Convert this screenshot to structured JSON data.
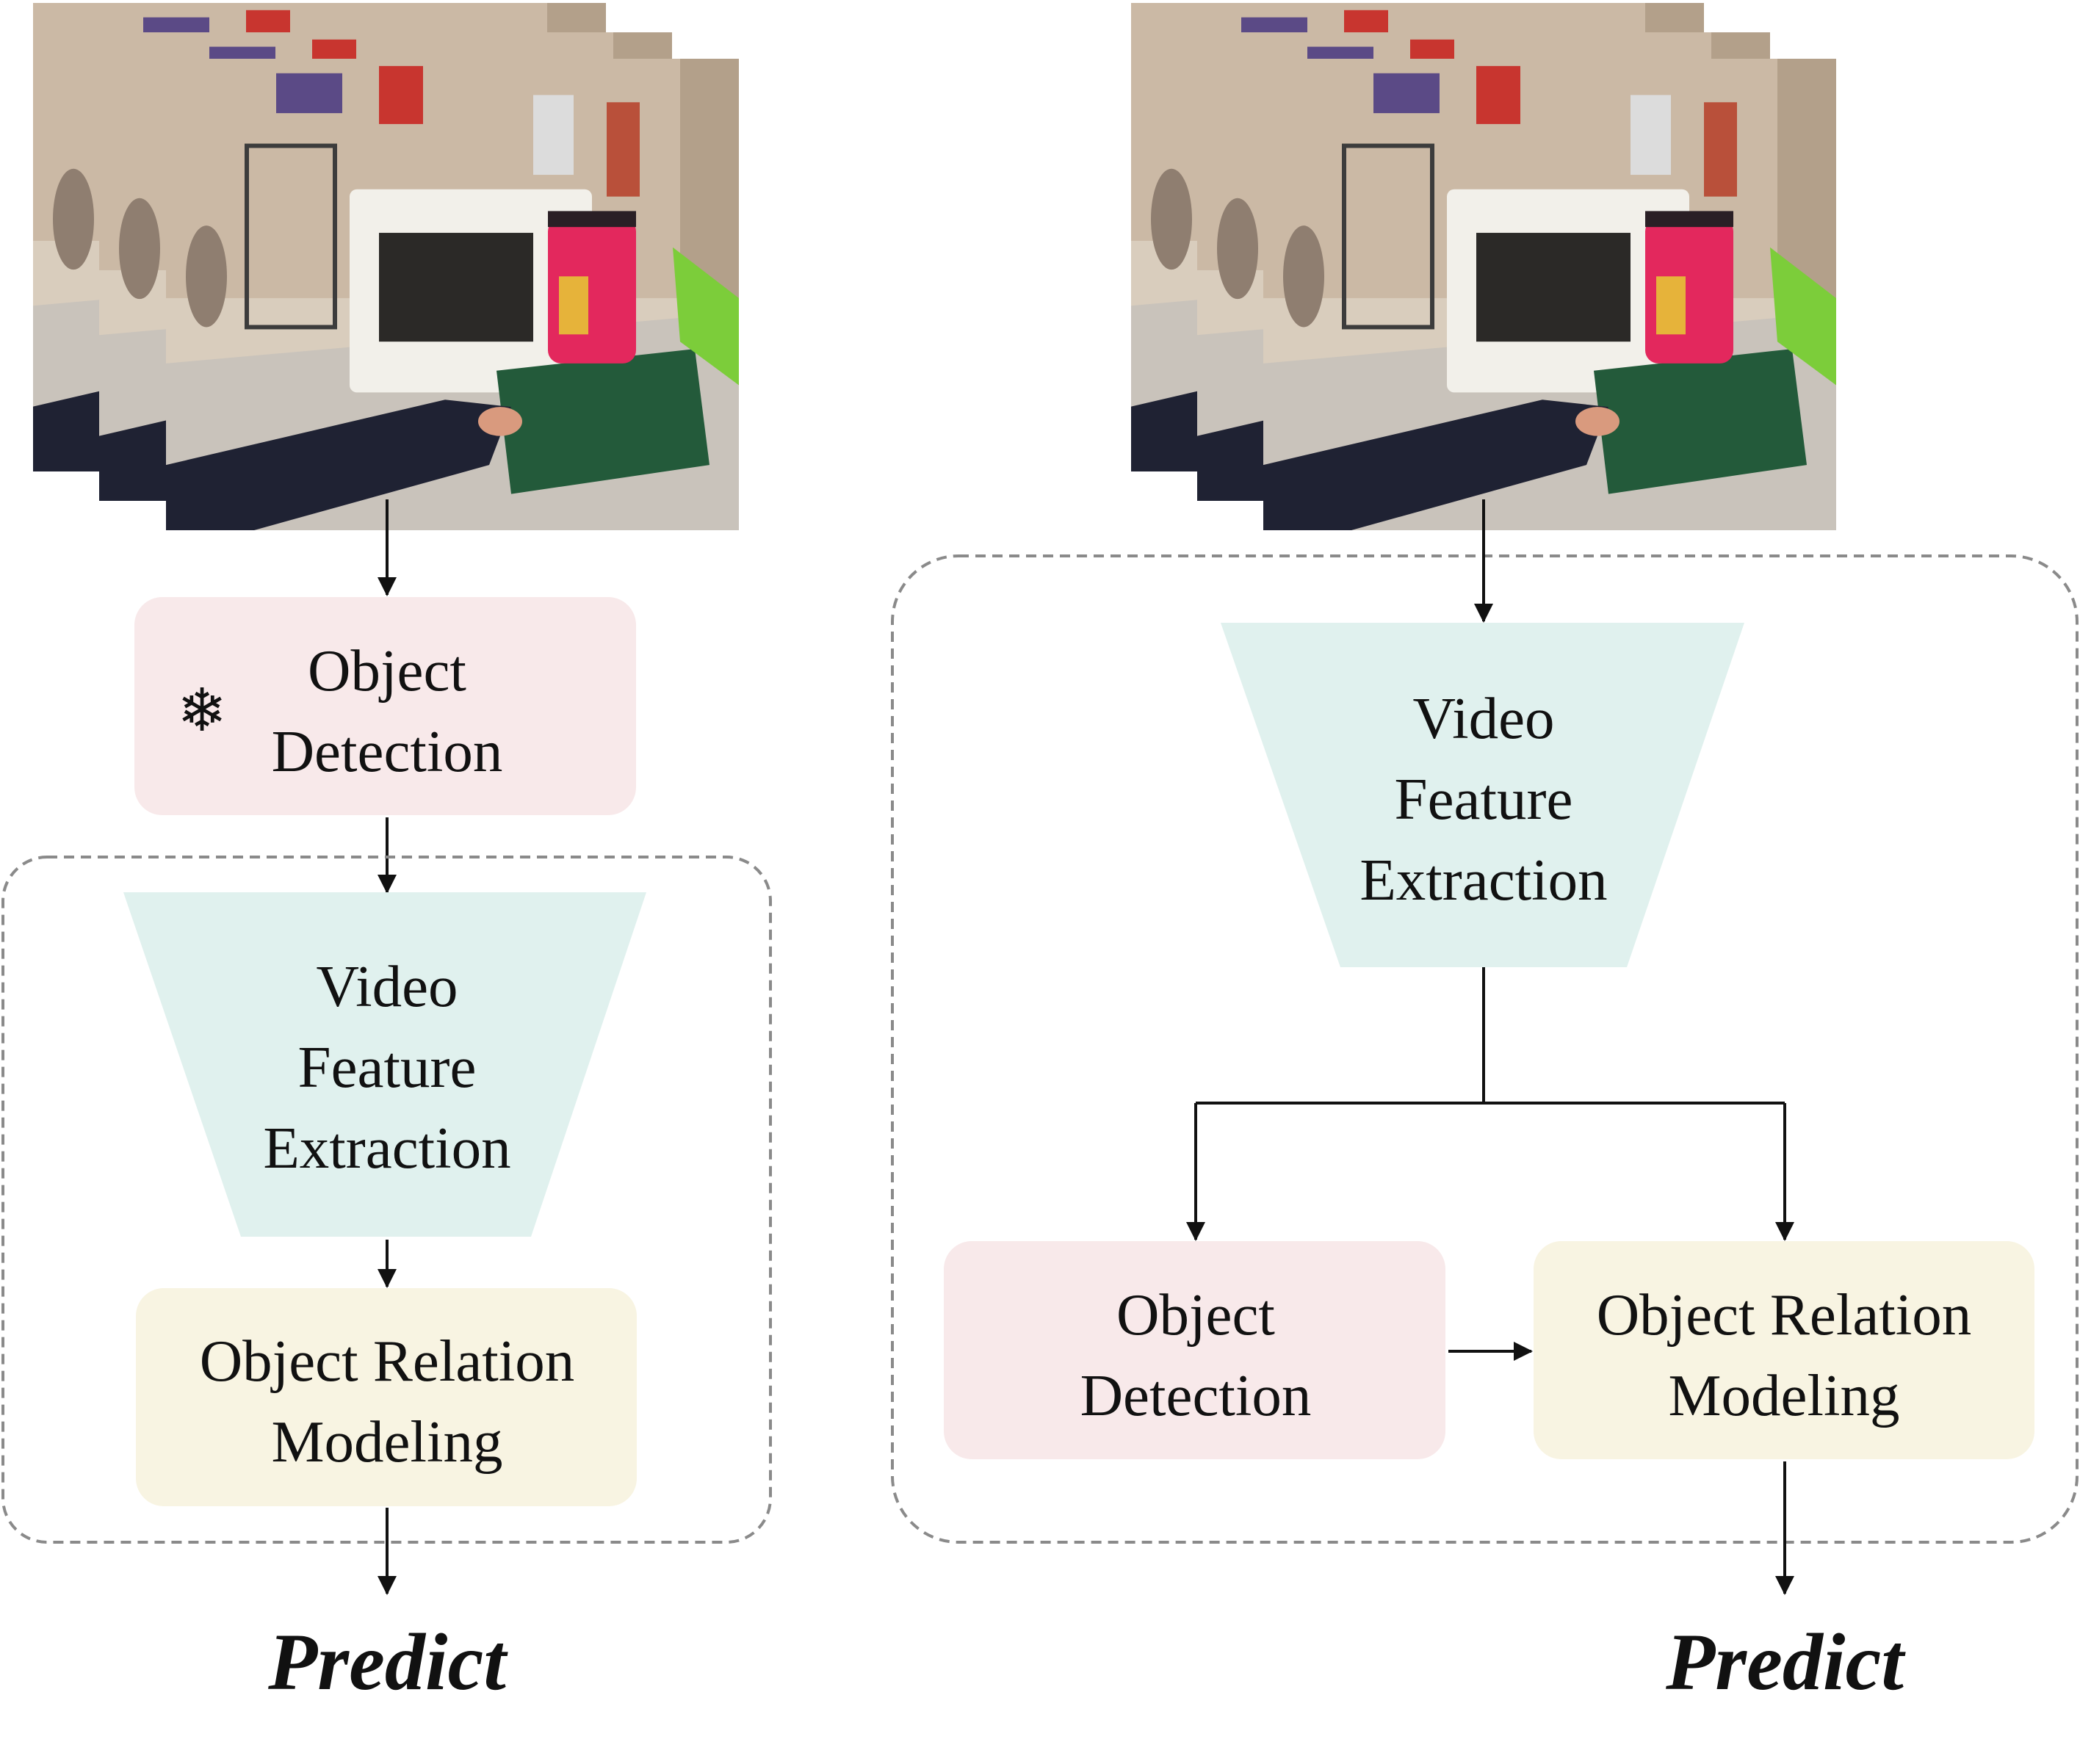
{
  "colors": {
    "detection_fill": "#f8e9ea",
    "feature_fill": "#e0f1ee",
    "relation_fill": "#f8f4e2",
    "arrow": "#111111",
    "dashed_border": "#8a8a8a"
  },
  "left_pipeline": {
    "input": "video-frame-stack",
    "detection_icon": "snowflake-icon",
    "detection_lines": [
      "Object",
      "Detection"
    ],
    "feature_lines": [
      "Video",
      "Feature",
      "Extraction"
    ],
    "relation_lines": [
      "Object Relation",
      "Modeling"
    ],
    "output": "Predict"
  },
  "right_pipeline": {
    "input": "video-frame-stack",
    "feature_lines": [
      "Video",
      "Feature",
      "Extraction"
    ],
    "detection_lines": [
      "Object",
      "Detection"
    ],
    "relation_lines": [
      "Object Relation",
      "Modeling"
    ],
    "output": "Predict"
  }
}
